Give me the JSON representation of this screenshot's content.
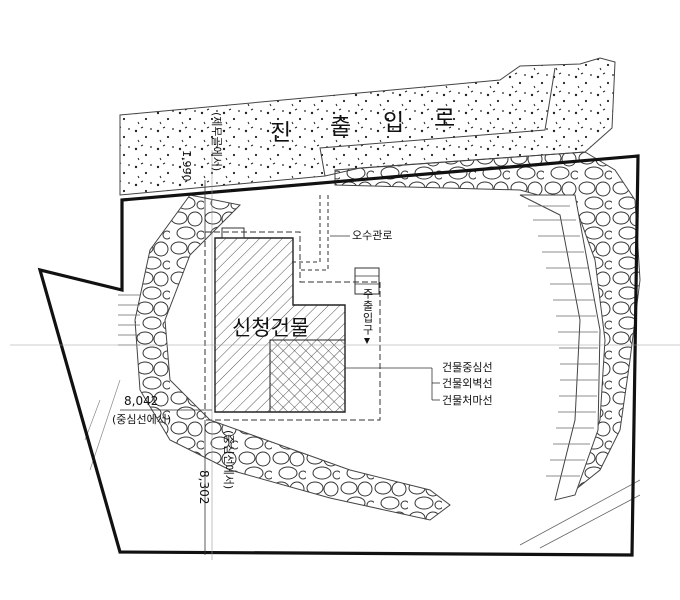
{
  "road": {
    "chars": [
      "진",
      "출",
      "입",
      "로"
    ]
  },
  "labels": {
    "building": "신청건물",
    "sewer_pipe": "오수관로",
    "entrance": "주출입구",
    "dim_top": "1,990",
    "dim_top_note": "(제무골에서)",
    "dim_left": "8,042",
    "dim_left_note": "(중심선에서)",
    "dim_bottom": "8,302",
    "dim_bottom_note": "(중심선에서)"
  },
  "legend": {
    "items": [
      "건물중심선",
      "건물외벽선",
      "건물처마선"
    ]
  }
}
